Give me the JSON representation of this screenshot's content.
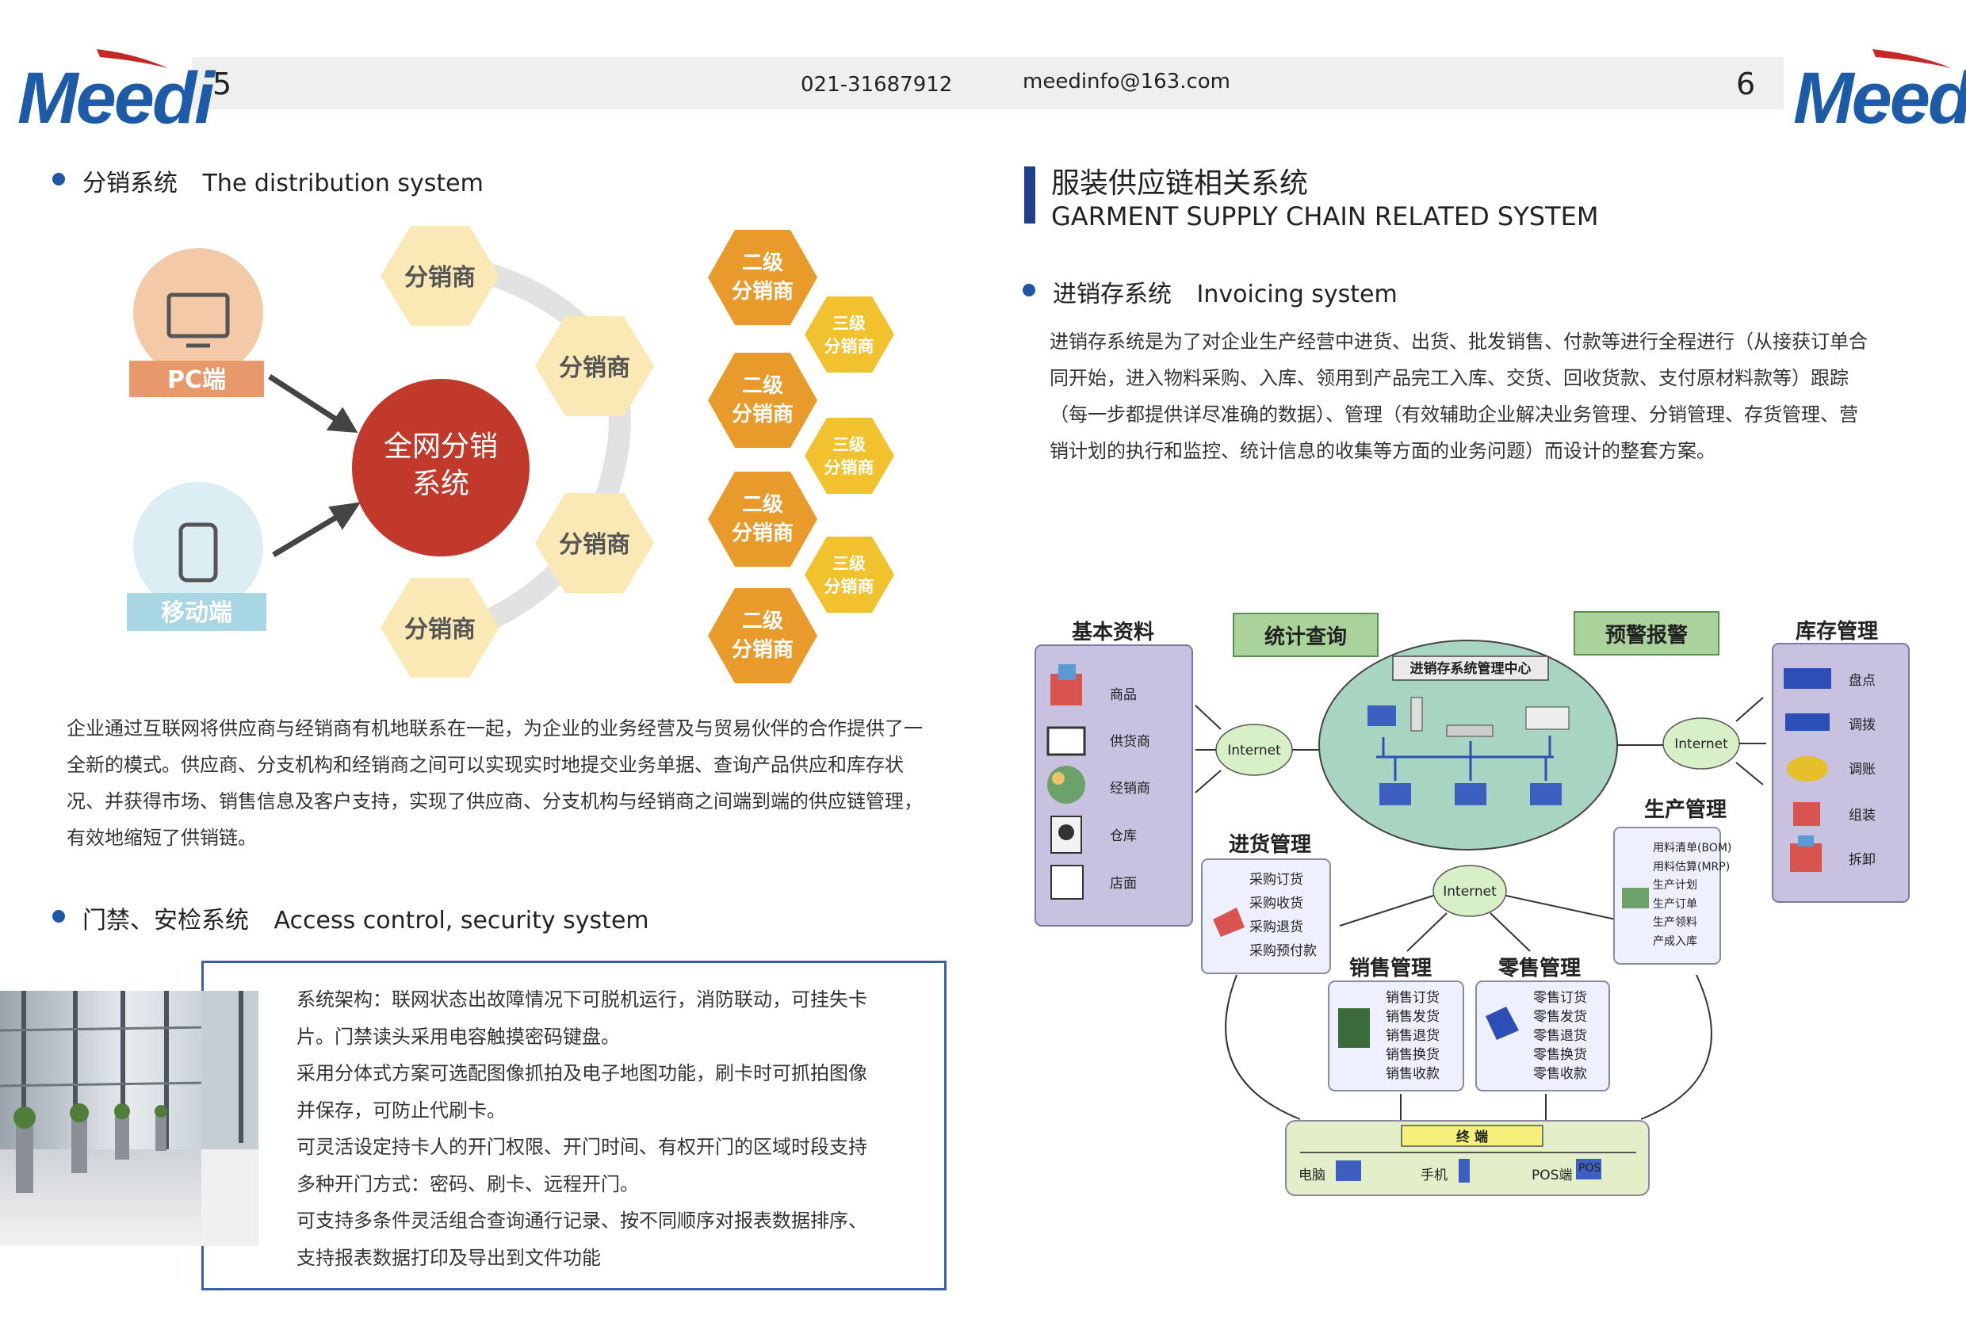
{
  "header": {
    "brand": "Meedi",
    "page_left": "5",
    "page_right": "6",
    "phone": "021-31687912",
    "email": "meedinfo@163.com"
  },
  "left": {
    "distribution": {
      "title": "分销系统",
      "title_en": "The distribution system",
      "pc_label": "PC端",
      "mobile_label": "移动端",
      "center_line1": "全网分销",
      "center_line2": "系统",
      "distributor": "分销商",
      "level2_a": "二级",
      "level3_a": "三级",
      "desc": "企业通过互联网将供应商与经销商有机地联系在一起，为企业的业务经营及与贸易伙伴的合作提供了一全新的模式。供应商、分支机构和经销商之间可以实现实时地提交业务单据、查询产品供应和库存状况、并获得市场、销售信息及客户支持，实现了供应商、分支机构与经销商之间端到端的供应链管理，有效地缩短了供销链。"
    },
    "access": {
      "title": "门禁、安检系统",
      "title_en": "Access control, security system",
      "lines": [
        "系统架构：联网状态出故障情况下可脱机运行，消防联动，可挂失卡",
        "片。门禁读头采用电容触摸密码键盘。",
        "采用分体式方案可选配图像抓拍及电子地图功能，刷卡时可抓拍图像",
        "并保存，可防止代刷卡。",
        "可灵活设定持卡人的开门权限、开门时间、有权开门的区域时段支持",
        "多种开门方式：密码、刷卡、远程开门。",
        "可支持多条件灵活组合查询通行记录、按不同顺序对报表数据排序、",
        "支持报表数据打印及导出到文件功能"
      ]
    }
  },
  "right": {
    "main_title": "服装供应链相关系统",
    "main_title_en": "GARMENT SUPPLY CHAIN RELATED SYSTEM",
    "invoicing": {
      "title": "进销存系统",
      "title_en": "Invoicing system",
      "desc": "进销存系统是为了对企业生产经营中进货、出货、批发销售、付款等进行全程进行（从接获订单合同开始，进入物料采购、入库、领用到产品完工入库、交货、回收货款、支付原材料款等）跟踪（每一步都提供详尽准确的数据）、管理（有效辅助企业解决业务管理、分销管理、存货管理、营销计划的执行和监控、统计信息的收集等方面的业务问题）而设计的整套方案。"
    },
    "diagram": {
      "basic_title": "基本资料",
      "basic_items": [
        "商品",
        "供货商",
        "经销商",
        "仓库",
        "店面"
      ],
      "stats": "统计查询",
      "alert": "预警报警",
      "center_title": "进销存系统管理中心",
      "internet": "Internet",
      "inventory_title": "库存管理",
      "inventory_items": [
        "盘点",
        "调拨",
        "调账",
        "组装",
        "拆卸"
      ],
      "production_title": "生产管理",
      "production_items": [
        "用料清单(BOM)",
        "用料估算(MRP)",
        "生产计划",
        "生产订单",
        "生产领料",
        "产成入库"
      ],
      "purchase_title": "进货管理",
      "purchase_items": [
        "采购订货",
        "采购收货",
        "采购退货",
        "采购预付款"
      ],
      "sales_title": "销售管理",
      "sales_items": [
        "销售订货",
        "销售发货",
        "销售退货",
        "销售换货",
        "销售收款"
      ],
      "retail_title": "零售管理",
      "retail_items": [
        "零售订货",
        "零售发货",
        "零售退货",
        "零售换货",
        "零售收款"
      ],
      "terminal_title": "终  端",
      "terminal_items": [
        "电脑",
        "手机",
        "POS端"
      ],
      "pos_tag": "POS"
    }
  },
  "colors": {
    "brand_blue": "#1d5aa8",
    "accent_red": "#c62828",
    "center_red": "#c0392b",
    "hex_orange": "#e89a2a",
    "hex_yellow": "#f2c12e",
    "hex_light": "#fbe9b5",
    "lavender": "#c9c1e0",
    "green_box": "#a9d39a",
    "teal_ellipse": "#a8d5c2"
  }
}
